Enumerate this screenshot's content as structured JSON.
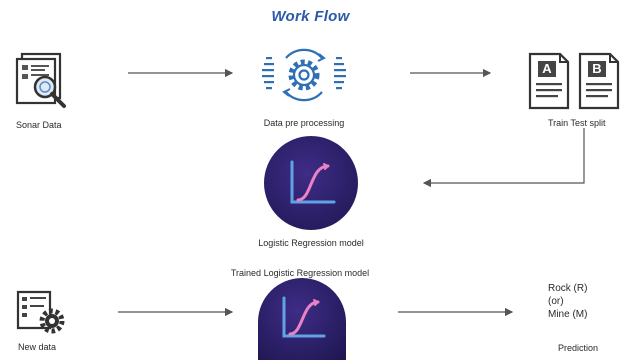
{
  "title": "Work Flow",
  "nodes": {
    "sonar": {
      "label": "Sonar Data",
      "icon": "sonar-data-icon"
    },
    "preprocess": {
      "label": "Data pre processing",
      "icon": "gear-process-icon"
    },
    "split": {
      "label": "Train Test split",
      "icon": "ab-documents-icon",
      "docs": [
        "A",
        "B"
      ]
    },
    "model": {
      "label": "Logistic Regression model",
      "icon": "logistic-curve-icon"
    },
    "trained": {
      "label": "Trained Logistic Regression model",
      "icon": "logistic-curve-icon"
    },
    "new_data": {
      "label": "New data",
      "icon": "new-data-gear-icon"
    },
    "prediction": {
      "lines": [
        "Rock (R)",
        "(or)",
        "Mine (M)"
      ],
      "label": "Prediction"
    }
  },
  "colors": {
    "title": "#2b5aa8",
    "badge": "#2a1f66",
    "curve_blue": "#5fa3e6",
    "curve_pink": "#e884c6",
    "arrow": "#555555",
    "gear_blue": "#2f6fb6"
  }
}
